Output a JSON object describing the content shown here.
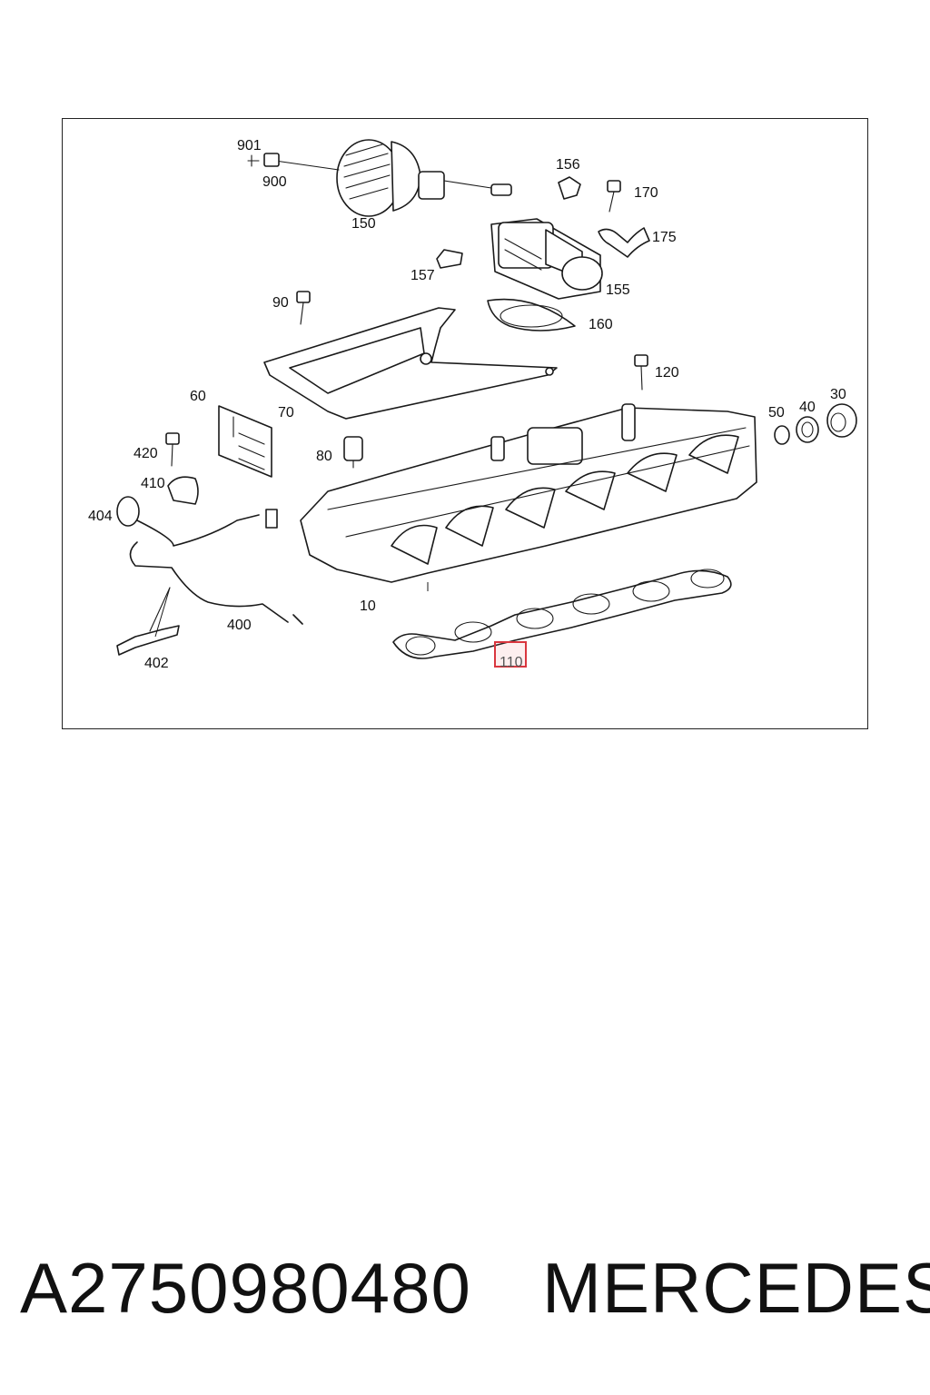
{
  "diagram": {
    "callouts": {
      "c901": "901",
      "c900": "900",
      "c150": "150",
      "c156": "156",
      "c170": "170",
      "c175": "175",
      "c157": "157",
      "c155": "155",
      "c90": "90",
      "c160": "160",
      "c120": "120",
      "c60": "60",
      "c70": "70",
      "c50": "50",
      "c40": "40",
      "c30": "30",
      "c420": "420",
      "c80": "80",
      "c410": "410",
      "c404": "404",
      "c400": "400",
      "c10": "10",
      "c402": "402",
      "c110": "110"
    },
    "highlighted_part": "110",
    "highlight_color": "#d9363e"
  },
  "footer": {
    "part_number": "A2750980480",
    "brand": "MERCEDES"
  }
}
